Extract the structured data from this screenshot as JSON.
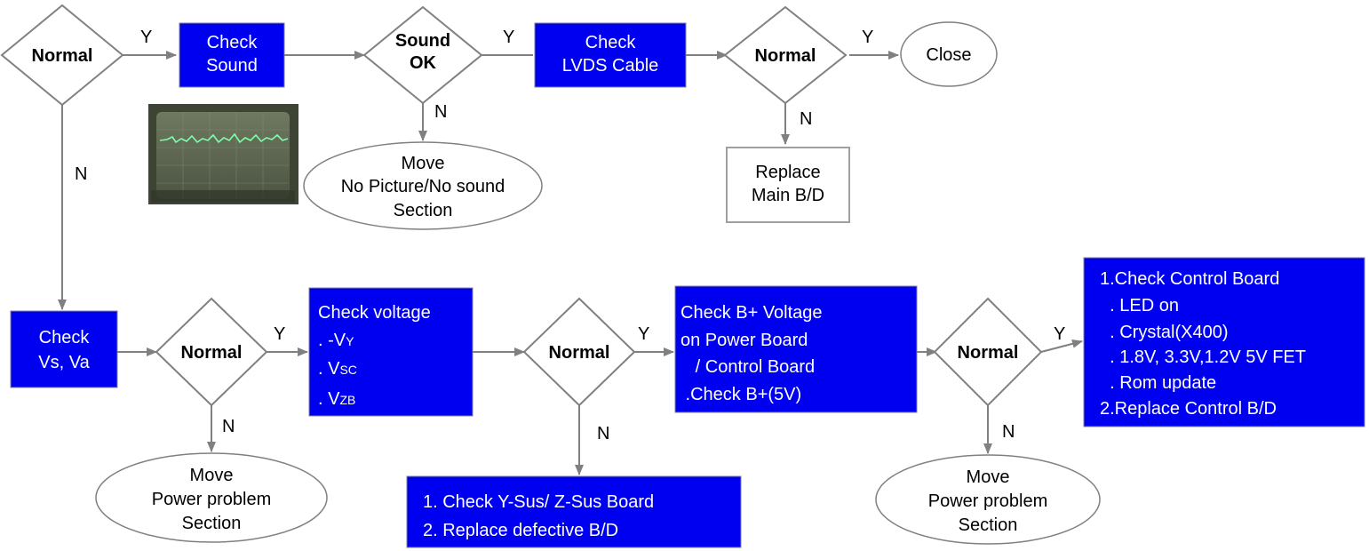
{
  "nodes": {
    "d_normal_top": "Normal",
    "check_sound": [
      "Check",
      "Sound"
    ],
    "d_sound_ok": [
      "Sound",
      "OK"
    ],
    "check_lvds": [
      "Check",
      "LVDS Cable"
    ],
    "d_normal_2": "Normal",
    "close": "Close",
    "move_nopic": [
      "Move",
      "No Picture/No sound",
      "Section"
    ],
    "replace_main": [
      "Replace",
      "Main B/D"
    ],
    "check_vsva": [
      "Check",
      "Vs, Va"
    ],
    "d_normal_3": "Normal",
    "move_power1": [
      "Move",
      "Power problem",
      "Section"
    ],
    "check_voltage": {
      "title": "Check voltage",
      "items": [
        {
          "prefix": " . -V",
          "sub": "Y"
        },
        {
          "prefix": " . V",
          "sub": "SC"
        },
        {
          "prefix": " . V",
          "sub": "ZB"
        }
      ]
    },
    "d_normal_4": "Normal",
    "check_ysus": [
      "1. Check Y-Sus/ Z-Sus Board",
      "2. Replace defective B/D"
    ],
    "check_bplus": [
      "Check B+ Voltage",
      "on Power Board",
      "   / Control Board",
      " .Check B+(5V)"
    ],
    "d_normal_5": "Normal",
    "move_power2": [
      "Move",
      "Power problem",
      "Section"
    ],
    "check_control": [
      "1.Check Control Board",
      "  . LED on",
      "  . Crystal(X400)",
      "  . 1.8V, 3.3V,1.2V 5V FET",
      "  . Rom update",
      "2.Replace Control B/D"
    ]
  },
  "edge_labels": {
    "yes": "Y",
    "no": "N"
  },
  "colors": {
    "box_fill": "#0000f0",
    "edge": "#808080",
    "box_text": "#ffffff"
  },
  "photo": {
    "icon": "oscilloscope-waveform-photo"
  }
}
